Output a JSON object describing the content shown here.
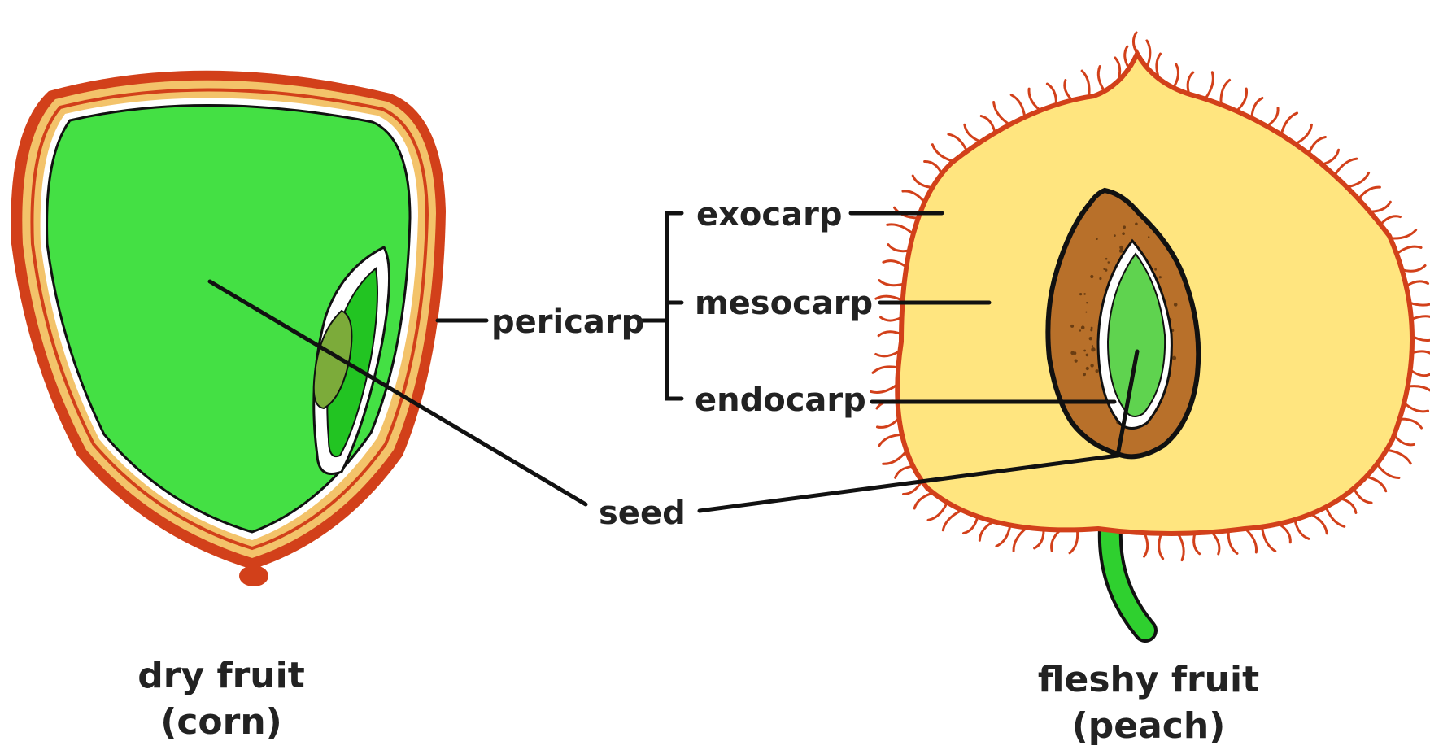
{
  "labels": {
    "pericarp": "pericarp",
    "exocarp": "exocarp",
    "mesocarp": "mesocarp",
    "endocarp": "endocarp",
    "seed": "seed"
  },
  "captions": {
    "dry_fruit_line1": "dry fruit",
    "dry_fruit_line2": "(corn)",
    "fleshy_fruit_line1": "fleshy fruit",
    "fleshy_fruit_line2": "(peach)"
  },
  "colors": {
    "skin_red": "#d2401a",
    "corn_layer_yellow": "#f3c36a",
    "corn_interior_green": "#44e044",
    "embryo_green": "#22c422",
    "embryo_olive": "#7cab3a",
    "peach_flesh": "#ffe57f",
    "pit_brown": "#b8702a",
    "kernel_green": "#5fd34f",
    "stem_green": "#2fd02f",
    "line_black": "#111111"
  }
}
